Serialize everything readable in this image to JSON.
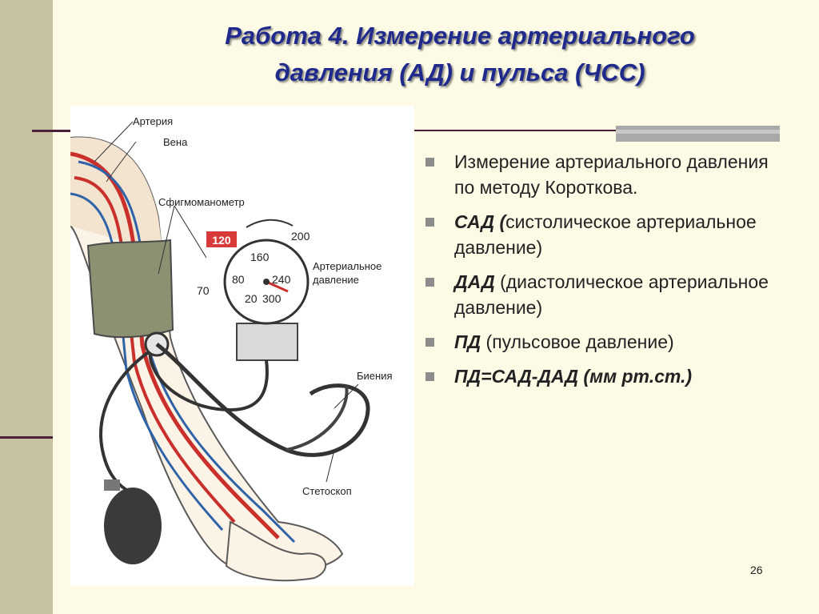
{
  "slide": {
    "title_line1": "Работа 4. Измерение артериального",
    "title_line2": "давления (АД) и пульса (ЧСС)",
    "page_number": "26"
  },
  "bullets": [
    {
      "text": "Измерение артериального давления по методу Короткова."
    },
    {
      "bold": "САД (",
      "rest": "систолическое артериальное давление)"
    },
    {
      "bold": "ДАД",
      "rest": " (диастолическое артериальное давление)"
    },
    {
      "bold": "ПД",
      "rest": " (пульсовое давление)"
    },
    {
      "bold": "ПД=САД-ДАД (мм рт.ст.)"
    }
  ],
  "figure": {
    "labels": {
      "artery": "Артерия",
      "vein": "Вена",
      "sphygmomanometer": "Сфигмоманометр",
      "pressure_line1": "Артериальное",
      "pressure_line2": "давление",
      "beats": "Биения",
      "stethoscope": "Стетоскоп"
    },
    "gauge": {
      "highlight": "120",
      "marks": [
        "160",
        "200",
        "80",
        "240",
        "20",
        "300",
        "70"
      ]
    }
  }
}
